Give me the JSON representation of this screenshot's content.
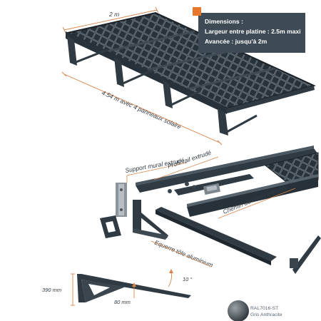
{
  "info": {
    "title": "Dimensions :",
    "line1": "Largeur entre platine : 2.5m maxi",
    "line2": "Avancée : jusqu'à 2m"
  },
  "labels": {
    "top_dim": "2 m",
    "length_dim": "4.54 m avec 4 panneaux solaire",
    "support": "Support mural extrudé",
    "profil": "Profil rail extrudé",
    "chemin": "Chemin de câble intégrée",
    "equerre": "Equerre tôle aluminium",
    "height": "390 mm",
    "depth": "80 mm",
    "angle": "10 °"
  },
  "ral": {
    "line1": "RAL7016-ST",
    "line2": "Gris Anthracite"
  },
  "colors": {
    "structure": "#2f3a42",
    "panel": "#1f272d",
    "info_bg": "#3e4b56",
    "accent": "#e8772e",
    "dimension_line": "#d8844a",
    "ral_swatch": "#5b6268"
  }
}
